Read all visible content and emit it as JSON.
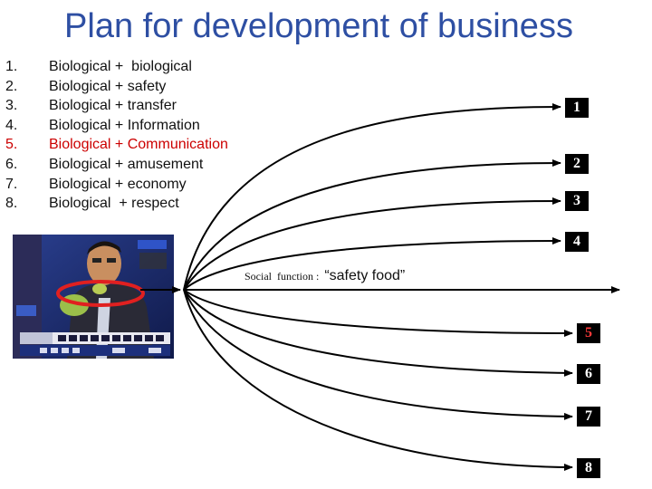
{
  "title": "Plan for development of business",
  "items": [
    {
      "num": "1.",
      "text": "Biological +  biological",
      "highlight": false
    },
    {
      "num": "2.",
      "text": "Biological + safety",
      "highlight": false
    },
    {
      "num": "3.",
      "text": "Biological + transfer",
      "highlight": false
    },
    {
      "num": "4.",
      "text": "Biological + Information",
      "highlight": false
    },
    {
      "num": "5.",
      "text": "Biological + Communication",
      "highlight": true
    },
    {
      "num": "6.",
      "text": "Biological + amusement",
      "highlight": false
    },
    {
      "num": "7.",
      "text": "Biological + economy",
      "highlight": false
    },
    {
      "num": "8.",
      "text": "Biological  + respect",
      "highlight": false
    }
  ],
  "social_function": {
    "label": "Social  function :  ",
    "value": "“safety food”"
  },
  "badges": [
    "1",
    "2",
    "3",
    "4",
    "5",
    "6",
    "7",
    "8"
  ],
  "highlight_badge": "5",
  "colors": {
    "title": "#2e4fa3",
    "highlight_text": "#cc0000",
    "highlight_badge_text": "#ff3b3b",
    "annotation_ellipse": "#e02020"
  }
}
